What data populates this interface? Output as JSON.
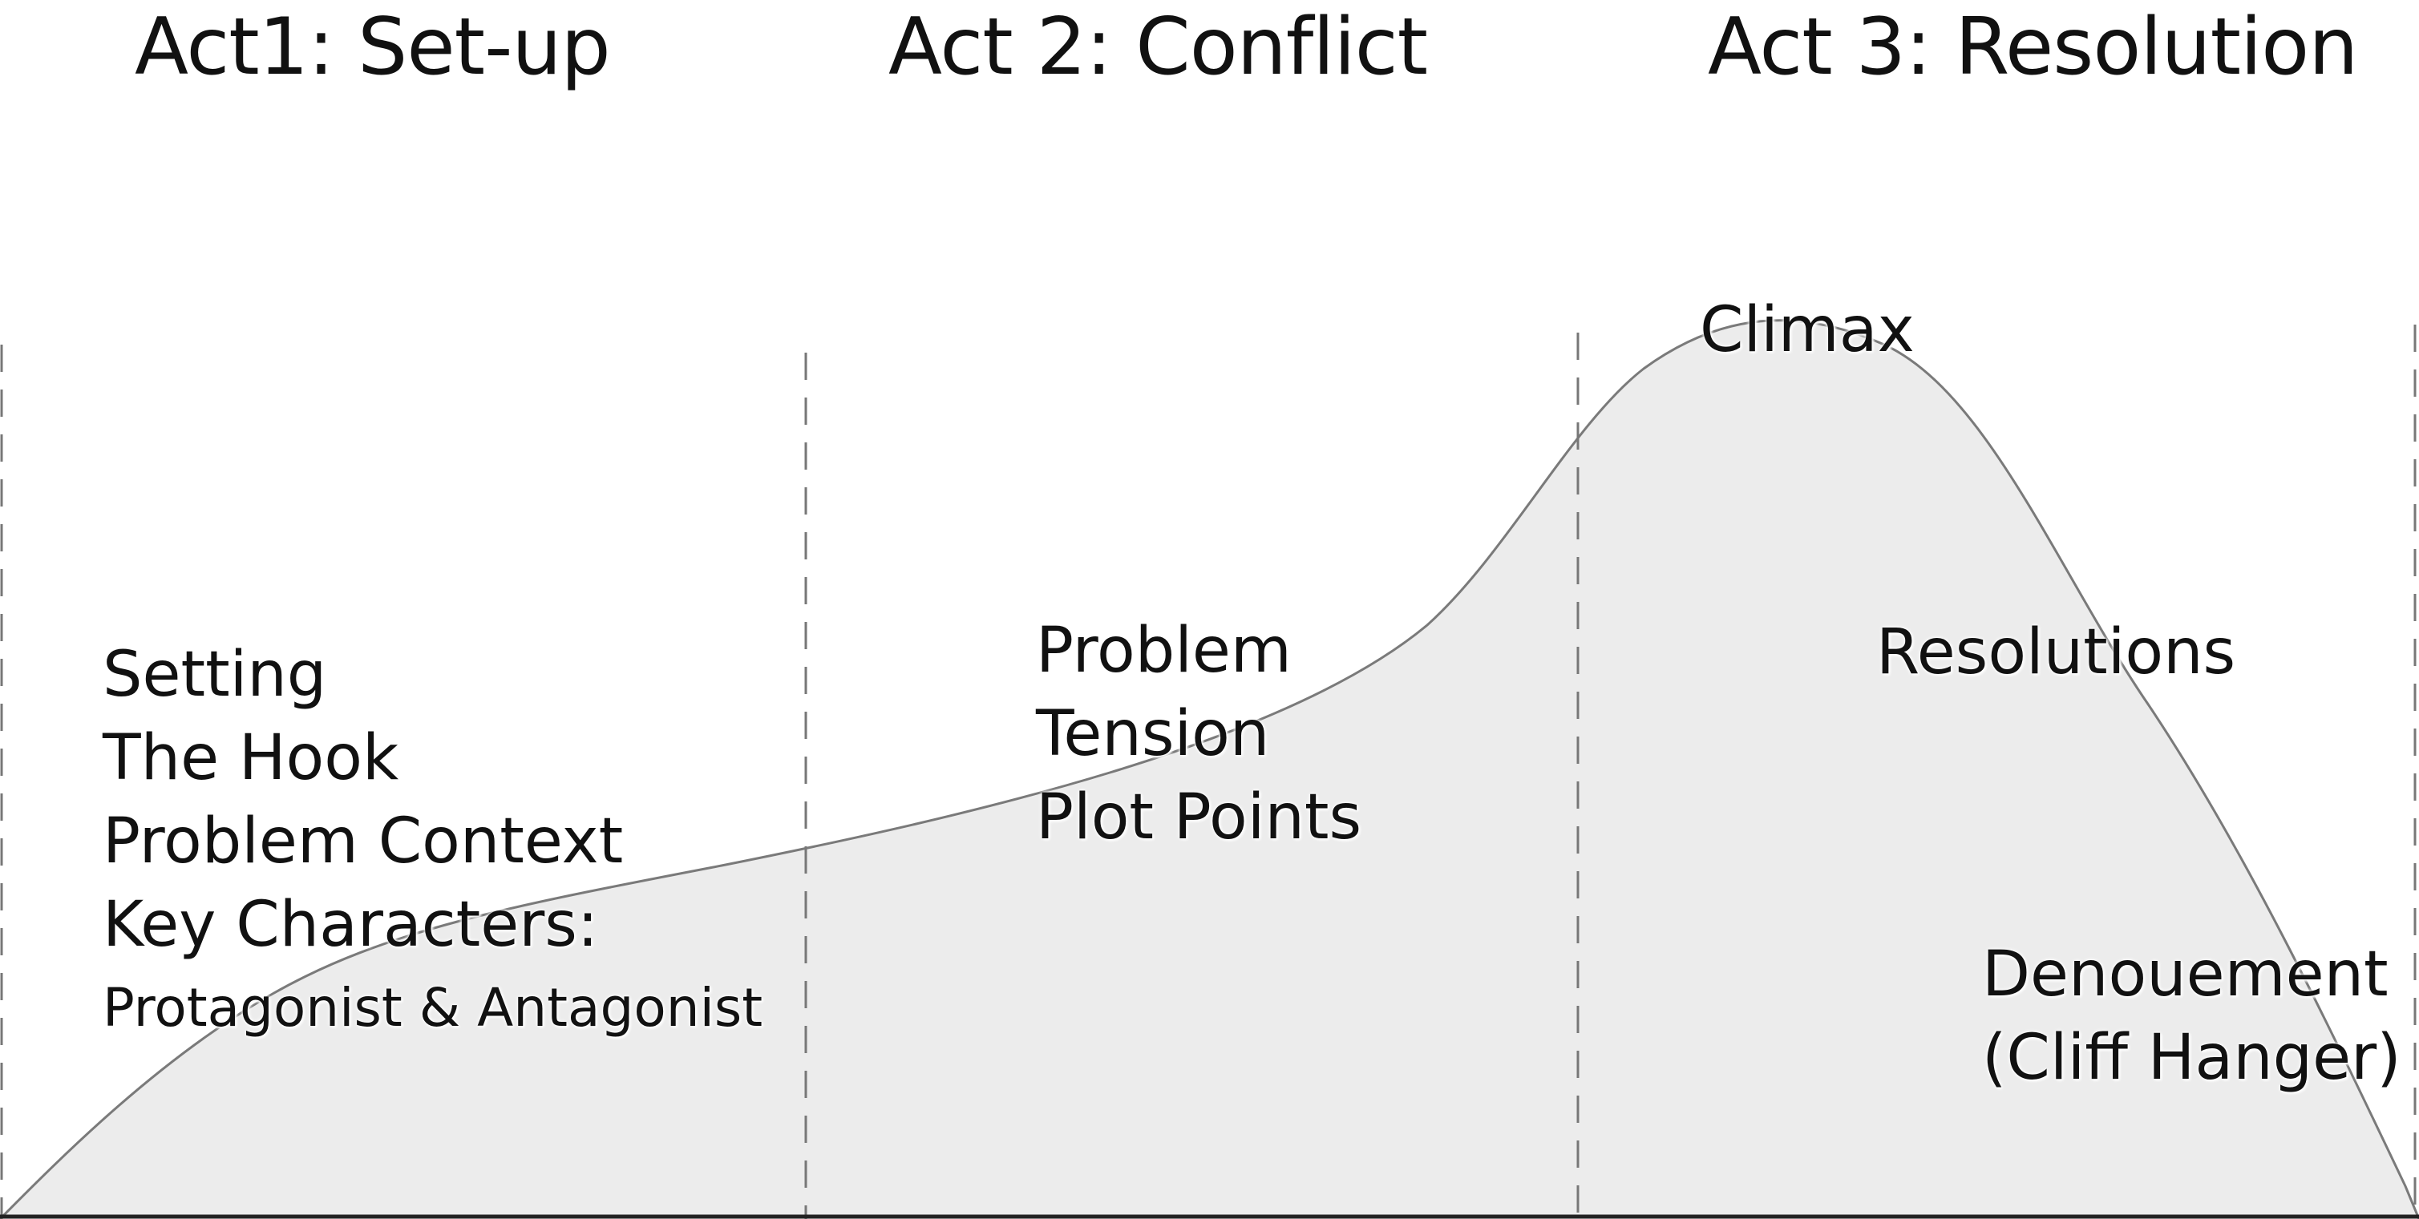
{
  "acts": [
    {
      "title": "Act1: Set-up"
    },
    {
      "title": "Act 2: Conflict"
    },
    {
      "title": "Act 3: Resolution"
    }
  ],
  "peak_label": "Climax",
  "act1_labels": {
    "lines": [
      "Setting",
      "The Hook",
      "Problem Context",
      "Key Characters:"
    ],
    "sub": "Protagonist & Antagonist"
  },
  "act2_labels": {
    "lines": [
      "Problem",
      "Tension",
      "Plot Points"
    ]
  },
  "act3_labels": {
    "resolutions": "Resolutions",
    "denouement": [
      "Denouement",
      "(Cliff Hanger)"
    ]
  },
  "colors": {
    "area_fill": "#ececec",
    "curve_stroke": "#7a7a7a",
    "divider": "#777777",
    "baseline": "#222222",
    "text": "#111111"
  }
}
